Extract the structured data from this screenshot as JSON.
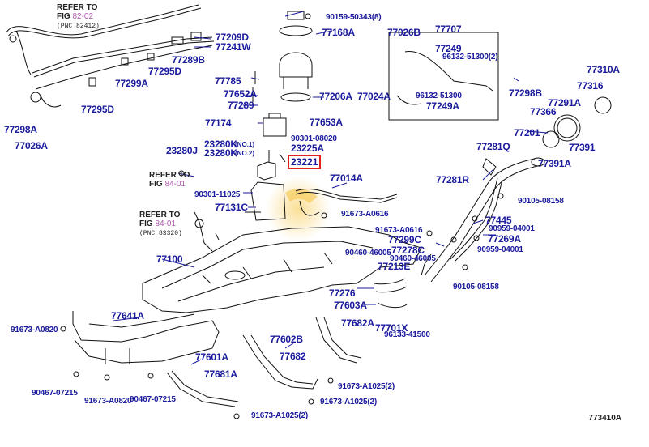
{
  "diagram": {
    "illustration_code": "773410A",
    "highlighted_part": "23221",
    "references": [
      {
        "label": "REFER TO",
        "fig_label": "FIG",
        "fig": "82-02",
        "pnc": "(PNC 82412)"
      },
      {
        "label": "REFER TO",
        "fig_label": "FIG",
        "fig": "84-01",
        "pnc": ""
      },
      {
        "label": "REFER TO",
        "fig_label": "FIG",
        "fig": "84-01",
        "pnc": "(PNC 83320)"
      }
    ],
    "parts": [
      "90159-50343(8)",
      "77168A",
      "77026B",
      "77707",
      "77209D",
      "77241W",
      "77289B",
      "77299A",
      "77295D",
      "77295D",
      "77249",
      "96132-51300(2)",
      "77785",
      "77652A",
      "77289",
      "77206A",
      "77024A",
      "96132-51300",
      "77249A",
      "77298B",
      "77310A",
      "77316",
      "77291A",
      "77366",
      "77298A",
      "77026A",
      "77174",
      "77653A",
      "90301-08020",
      "23225A",
      "23280K",
      "(NO.1)",
      "23280K",
      "(NO.2)",
      "23280J",
      "77201",
      "77281Q",
      "77391",
      "77391A",
      "77014A",
      "77281R",
      "90105-08158",
      "90301-11025",
      "77131C",
      "91673-A0616",
      "91673-A0616",
      "77445",
      "90959-04001",
      "77299C",
      "77269A",
      "77278C",
      "90959-04001",
      "90460-46005",
      "90460-46005",
      "77213E",
      "77100",
      "90105-08158",
      "77276",
      "77603A",
      "77641A",
      "91673-A0820",
      "77682A",
      "77701X",
      "96133-41500",
      "77602B",
      "77682",
      "77601A",
      "77681A",
      "90467-07215",
      "91673-A0820",
      "90467-07215",
      "91673-A1025(2)",
      "91673-A1025(2)",
      "91673-A1025(2)"
    ]
  }
}
